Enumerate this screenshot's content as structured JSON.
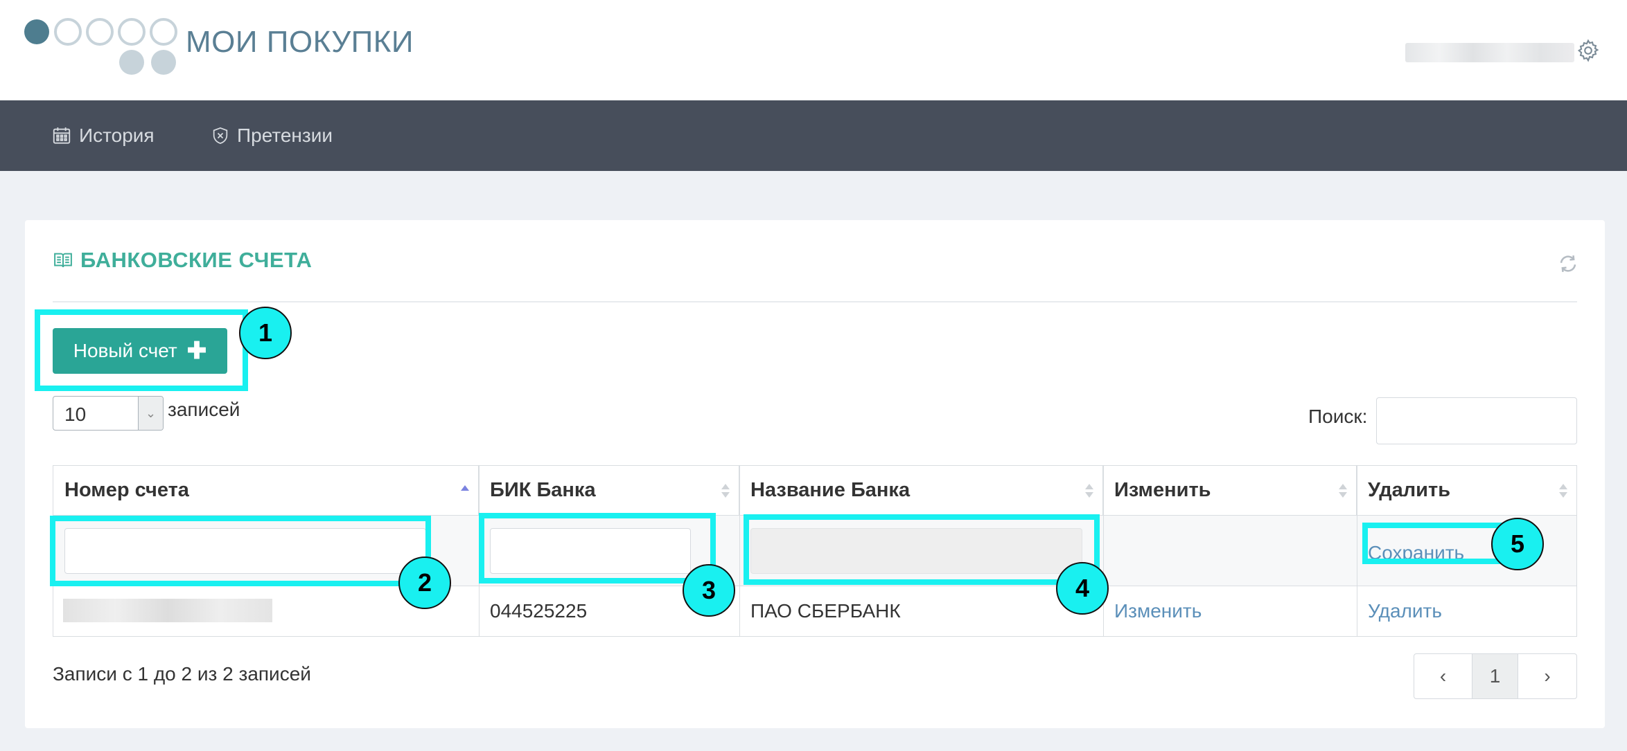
{
  "header": {
    "app_title": "МОИ ПОКУПКИ",
    "settings_icon": "gear-icon"
  },
  "nav": {
    "items": [
      {
        "label": "История",
        "icon": "calendar-icon"
      },
      {
        "label": "Претензии",
        "icon": "shield-icon"
      }
    ]
  },
  "panel": {
    "title": "БАНКОВСКИЕ СЧЕТА",
    "title_icon": "book-icon",
    "refresh_icon": "refresh-icon",
    "new_button_label": "Новый счет",
    "page_size": "10",
    "records_label": "записей",
    "search_label": "Поиск:",
    "search_value": ""
  },
  "table": {
    "columns": [
      {
        "label": "Номер счета",
        "sort": "asc"
      },
      {
        "label": "БИК Банка",
        "sort": "none"
      },
      {
        "label": "Название Банка",
        "sort": "none"
      },
      {
        "label": "Изменить",
        "sort": "none"
      },
      {
        "label": "Удалить",
        "sort": "none"
      }
    ],
    "edit_row": {
      "account_value": "",
      "bik_value": "",
      "bank_name_value": "",
      "save_label": "Сохранить"
    },
    "rows": [
      {
        "account": "",
        "bik": "044525225",
        "bank_name": "ПАО СБЕРБАНК",
        "edit": "Изменить",
        "delete": "Удалить"
      }
    ]
  },
  "footer": {
    "info": "Записи с 1 до 2 из 2 записей",
    "pager": {
      "prev": "‹",
      "current": "1",
      "next": "›"
    }
  },
  "annotations": [
    "1",
    "2",
    "3",
    "4",
    "5"
  ],
  "colors": {
    "accent": "#2aa596",
    "nav_bg": "#474e5b",
    "title": "#3fae9a",
    "link": "#5b8fb9",
    "highlight": "#19f0f0"
  }
}
